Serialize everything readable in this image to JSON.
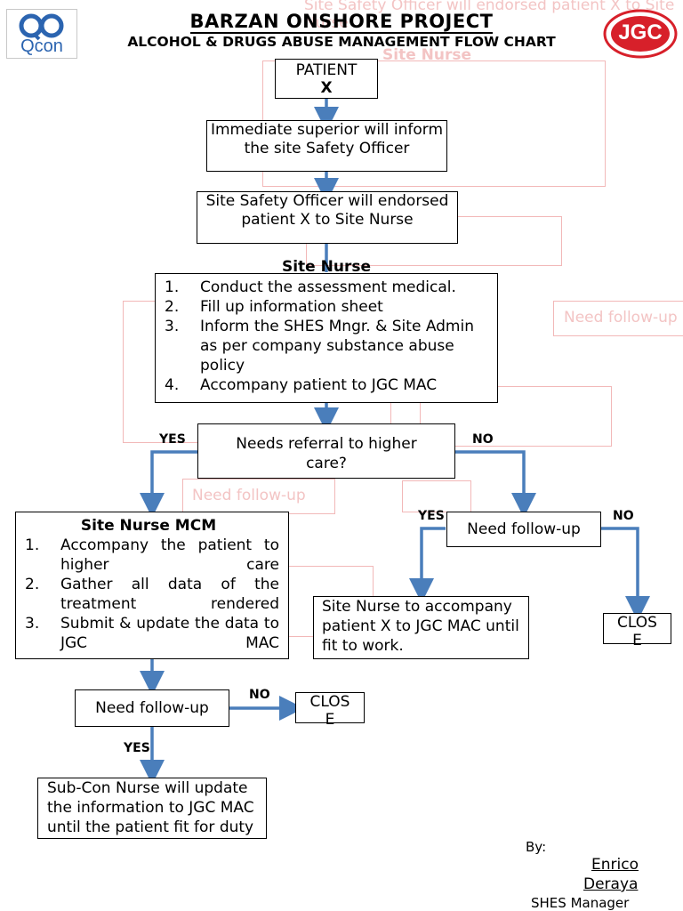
{
  "header": {
    "title": "BARZAN ONSHORE PROJECT",
    "subtitle": "ALCOHOL & DRUGS ABUSE MANAGEMENT FLOW CHART",
    "left_logo_text": "Qcon",
    "right_logo_text": "JGC"
  },
  "flow": {
    "patient": {
      "line1": "PATIENT",
      "line2": "X"
    },
    "superior": "Immediate superior will inform the site Safety Officer",
    "safety_officer": "Site Safety Officer will endorsed  patient X to Site Nurse",
    "site_nurse": {
      "heading": "Site Nurse",
      "steps": [
        {
          "n": "1.",
          "text": "Conduct the assessment medical."
        },
        {
          "n": "2.",
          "text": "Fill up information sheet"
        },
        {
          "n": "3.",
          "text": "Inform the SHES Mngr. & Site Admin as per company substance abuse policy"
        },
        {
          "n": "4.",
          "text": "Accompany patient to JGC MAC"
        }
      ]
    },
    "referral": "Needs referral to higher care?",
    "yes": "YES",
    "no": "NO",
    "mcm": {
      "heading": "Site Nurse MCM",
      "steps": [
        {
          "n": "1.",
          "text": "Accompany the patient to higher care"
        },
        {
          "n": "2.",
          "text": "Gather all data of the treatment rendered"
        },
        {
          "n": "3.",
          "text": "Submit & update the data to JGC MAC"
        }
      ]
    },
    "follow_up": "Need follow-up",
    "close": "CLOSE",
    "site_nurse_accompany": "Site Nurse to accompany patient X to JGC MAC until fit to work.",
    "subcon": "Sub-Con Nurse will update the information to JGC MAC until the patient fit for duty"
  },
  "signature": {
    "by": "By:",
    "name_line1": "Enrico",
    "name_line2": "Deraya",
    "role": "SHES Manager"
  },
  "colors": {
    "arrow": "#4a7ebb",
    "ghost": "#f3c4c4",
    "jgc_red": "#d7202a",
    "qcon_blue": "#2b64b0"
  }
}
